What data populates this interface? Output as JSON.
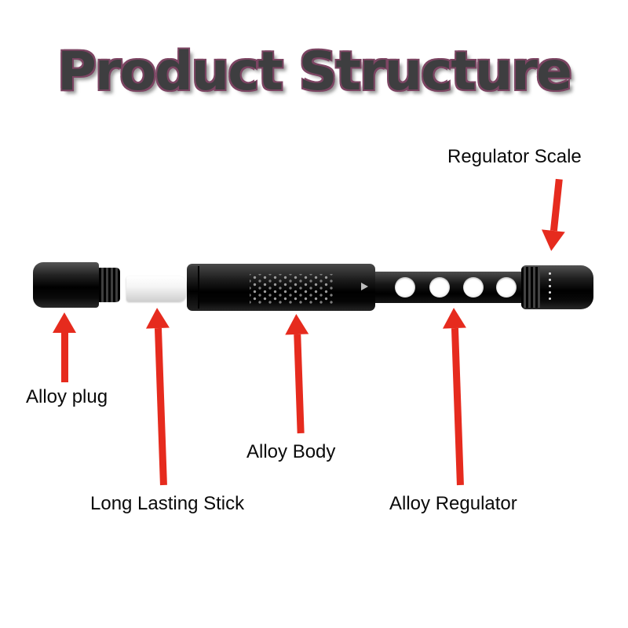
{
  "title": "Product Structure",
  "labels": {
    "regulator_scale": "Regulator Scale",
    "alloy_plug": "Alloy plug",
    "alloy_body": "Alloy Body",
    "long_lasting_stick": "Long Lasting Stick",
    "alloy_regulator": "Alloy Regulator"
  },
  "colors": {
    "arrow_red": "#e62b1e",
    "product_black": "#0d0d0d",
    "stick_white": "#f5f5f5",
    "title_fill": "#3e3e40",
    "title_outline": "#7d4563",
    "background": "#ffffff"
  }
}
